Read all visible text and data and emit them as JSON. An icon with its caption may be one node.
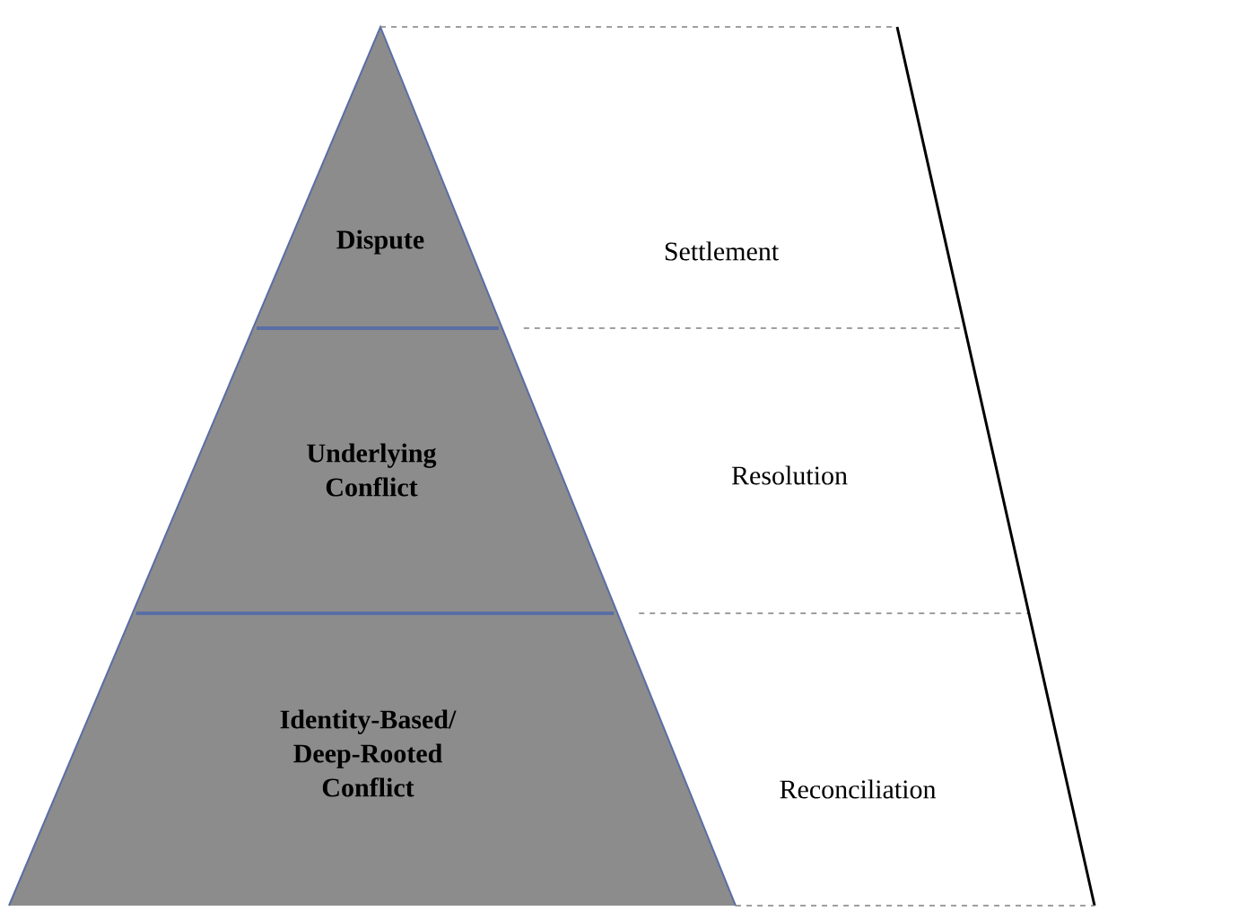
{
  "diagram": {
    "nodes": [
      {
        "text": [
          "Dispute"
        ]
      },
      {
        "text": [
          "Underlying Conflict"
        ]
      },
      {
        "text": [
          "Identity-Based/ Deep-Rooted Conflict"
        ]
      },
      {
        "text": [
          "Settlement"
        ]
      },
      {
        "text": [
          "Resolution"
        ]
      },
      {
        "text": [
          "Reconciliation"
        ]
      }
    ]
  }
}
